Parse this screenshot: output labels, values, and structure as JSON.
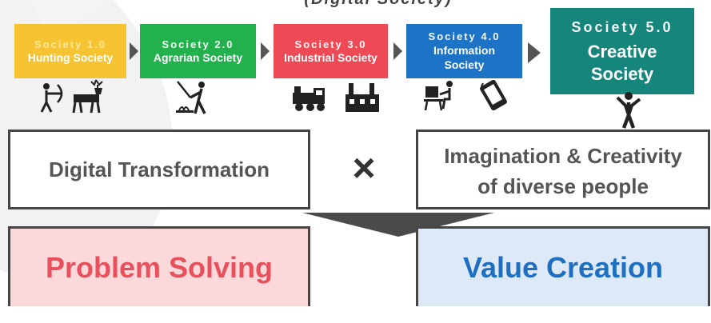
{
  "title": "(Digital Society)",
  "stages": [
    {
      "level": "Society 1.0",
      "name": "Hunting Society",
      "color": "#f6c432"
    },
    {
      "level": "Society 2.0",
      "name": "Agrarian Society",
      "color": "#22b14c"
    },
    {
      "level": "Society 3.0",
      "name": "Industrial Society",
      "color": "#ee4a56"
    },
    {
      "level": "Society 4.0",
      "name_line1": "Information",
      "name_line2": "Society",
      "color": "#1d74c6"
    },
    {
      "level": "Society 5.0",
      "name_line1": "Creative",
      "name_line2": "Society",
      "color": "#16857c"
    }
  ],
  "inputs": {
    "left": "Digital Transformation",
    "operator": "×",
    "right_line1": "Imagination & Creativity",
    "right_line2": "of diverse people"
  },
  "outcomes": {
    "left": "Problem Solving",
    "left_color": "#e8505b",
    "right": "Value Creation",
    "right_color": "#1e6fc2"
  },
  "icons": [
    "archer-icon",
    "deer-icon",
    "farmer-icon",
    "locomotive-icon",
    "factory-icon",
    "computer-user-icon",
    "smartphone-icon",
    "person-icon"
  ]
}
